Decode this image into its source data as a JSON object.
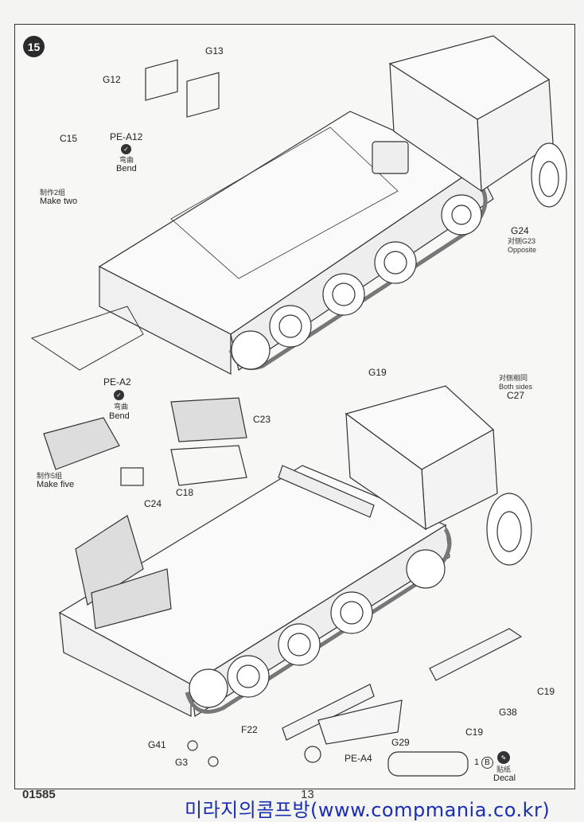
{
  "step_number": "15",
  "labels": {
    "g12": "G12",
    "g13": "G13",
    "c15": "C15",
    "pe_a12": "PE-A12",
    "bend_cn_1": "弯曲",
    "bend_1": "Bend",
    "make_two_cn": "制作2组",
    "make_two": "Make two",
    "g24": "G24",
    "opposite_g23_cn": "对侧G23",
    "opposite": "Opposite",
    "pe_a2": "PE-A2",
    "bend_cn_2": "弯曲",
    "bend_2": "Bend",
    "g19": "G19",
    "both_sides_cn": "对侧相同",
    "both_sides": "Both sides",
    "c27": "C27",
    "c23": "C23",
    "c18": "C18",
    "c24": "C24",
    "make_five_cn": "制作5组",
    "make_five": "Make five",
    "c19_a": "C19",
    "c19_b": "C19",
    "g38": "G38",
    "f22": "F22",
    "g29": "G29",
    "g41": "G41",
    "g3": "G3",
    "pe_a4": "PE-A4",
    "decal_num": "1",
    "decal_sheet": "B",
    "decal_cn": "贴纸",
    "decal": "Decal"
  },
  "footer": {
    "product_code": "01585",
    "page_number": "13",
    "watermark": "미라지의콤프방(www.compmania.co.kr)"
  }
}
